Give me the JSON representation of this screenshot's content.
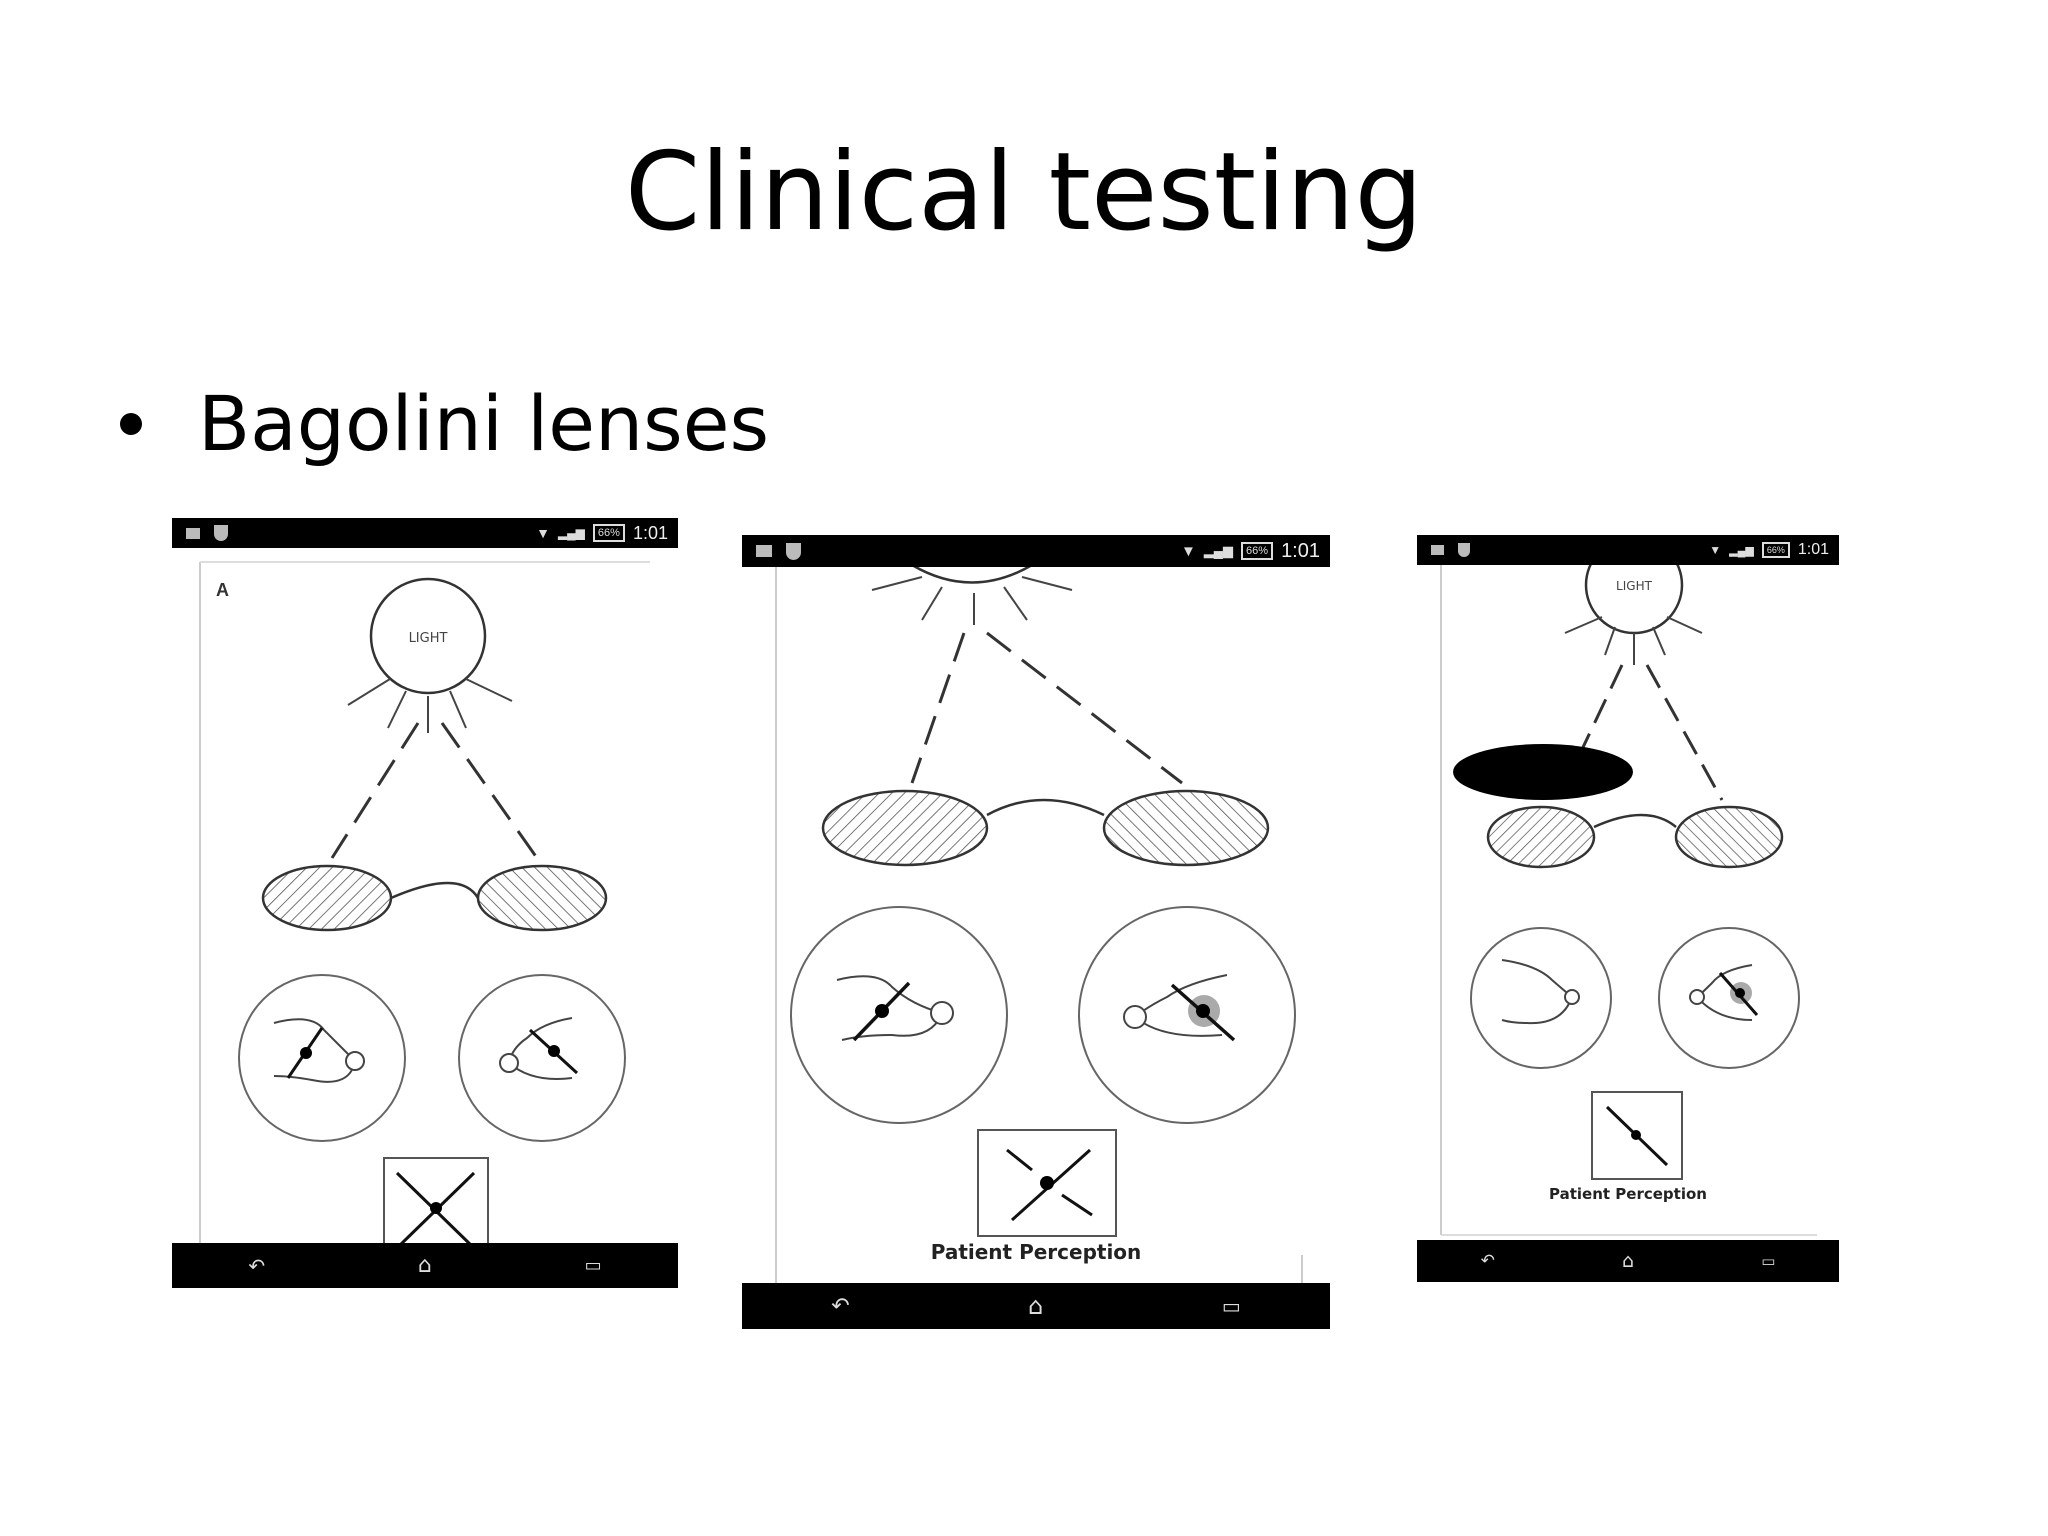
{
  "slide": {
    "title": "Clinical testing",
    "bullet": "Bagolini lenses"
  },
  "phones": [
    {
      "status_time": "1:01",
      "battery": "66%",
      "panel_label": "A",
      "light_label": "LIGHT",
      "perception_label": ""
    },
    {
      "status_time": "1:01",
      "battery": "66%",
      "panel_label": "",
      "light_label": "",
      "perception_label": "Patient Perception"
    },
    {
      "status_time": "1:01",
      "battery": "66%",
      "panel_label": "",
      "light_label": "LIGHT",
      "perception_label": "Patient Perception"
    }
  ],
  "nav_icons": [
    "back-icon",
    "home-icon",
    "recent-apps-icon"
  ],
  "status_icons": [
    "image-notification-icon",
    "shield-icon",
    "wifi-icon",
    "signal-icon",
    "battery-icon"
  ]
}
